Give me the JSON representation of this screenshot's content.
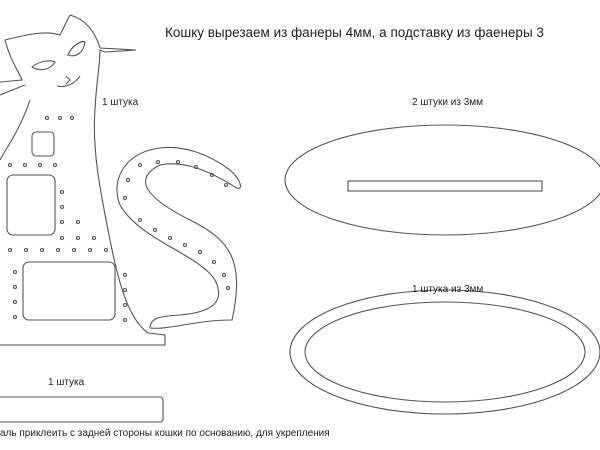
{
  "title": "Кошку вырезаем из фанеры 4мм, а подставку из фаенеры 3",
  "labels": {
    "cat_count": "1 штука",
    "base_top_count": "2 штуки из 3мм",
    "base_ring_count": "1 штука из 3мм",
    "bar_count": "1 штука"
  },
  "note": "аль приклеить с задней стороны кошки по основанию, для укрепления",
  "colors": {
    "line": "#555555",
    "background": "#ffffff"
  }
}
